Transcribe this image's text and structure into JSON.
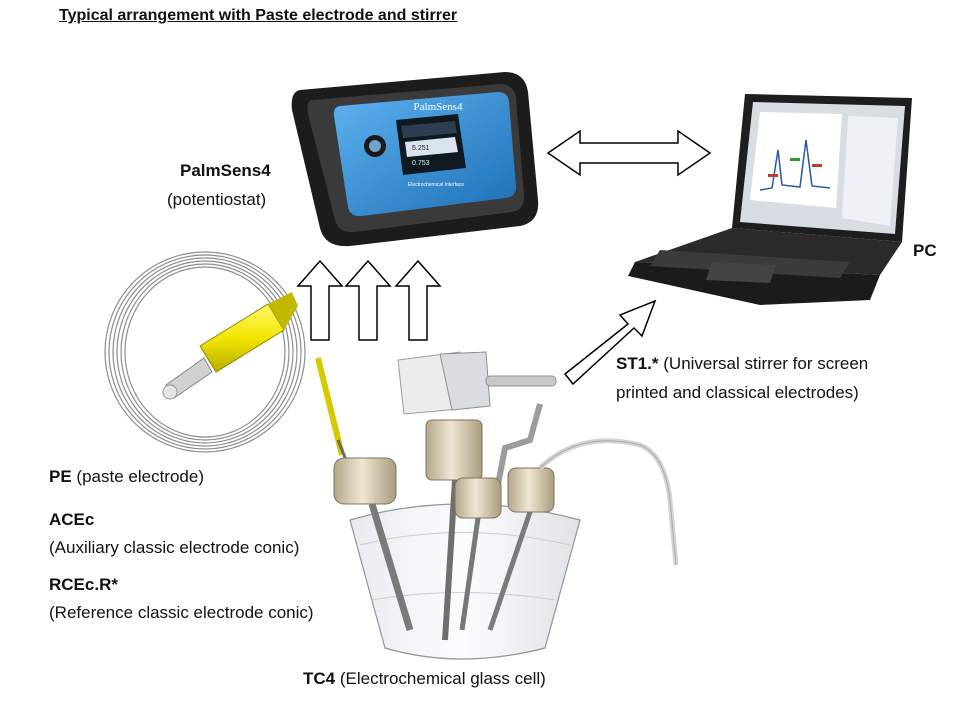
{
  "title": "Typical arrangement with Paste electrode and stirrer",
  "labels": {
    "palmsens_name": "PalmSens4",
    "palmsens_desc": "(potentiostat)",
    "pc": "PC",
    "st1_name": "ST1.*",
    "st1_desc_line1": " (Universal stirrer for screen",
    "st1_desc_line2": "printed and classical electrodes)",
    "pe_name": "PE",
    "pe_desc": " (paste electrode)",
    "acec_name": "ACEc",
    "acec_desc": "(Auxiliary classic electrode conic)",
    "rcec_name": "RCEc.R*",
    "rcec_desc": "(Reference classic electrode conic)",
    "tc4_name": "TC4",
    "tc4_desc": " (Electrochemical glass cell)"
  },
  "device_screen": {
    "brand": "PalmSens4",
    "reading1": "5.251",
    "reading2": "0.753",
    "footer": "Electrochemical Interface"
  },
  "colors": {
    "device_blue": "#2f8fd8",
    "cable_yellow": "#f2e600",
    "arrow_stroke": "#000000"
  }
}
